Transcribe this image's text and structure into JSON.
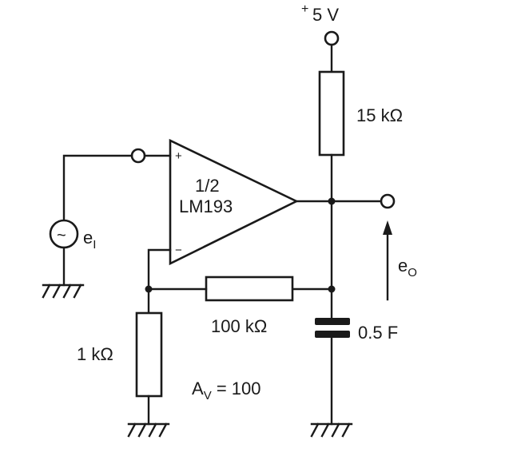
{
  "supply": {
    "plus": "+",
    "voltage": "5 V"
  },
  "opamp": {
    "line1": "1/2",
    "line2": "LM193",
    "plus_sign": "+",
    "minus_sign": "−"
  },
  "input_source": {
    "symbol": "~",
    "label_main": "e",
    "label_sub": "I"
  },
  "output": {
    "label_main": "e",
    "label_sub": "O"
  },
  "r_pullup": {
    "value": "15 kΩ"
  },
  "r_feedback": {
    "value": "100 kΩ"
  },
  "r_ground": {
    "value": "1 kΩ"
  },
  "capacitor": {
    "value": "0.5 F"
  },
  "gain": {
    "label_main": "A",
    "label_sub": "V",
    "expr": " = 100"
  }
}
